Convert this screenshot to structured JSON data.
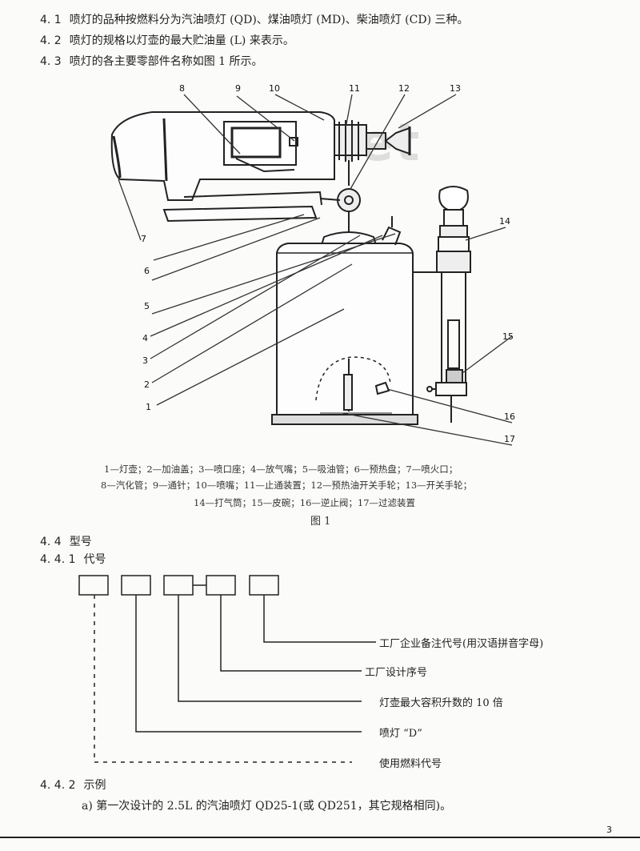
{
  "paragraphs": [
    {
      "num": "4. 1",
      "text": "喷灯的品种按燃料分为汽油喷灯 (QD)、煤油喷灯 (MD)、柴油喷灯 (CD) 三种。"
    },
    {
      "num": "4. 2",
      "text": "喷灯的规格以灯壶的最大贮油量 (L) 来表示。"
    },
    {
      "num": "4. 3",
      "text": "喷灯的各主要零部件名称如图 1 所示。"
    }
  ],
  "figure": {
    "watermark": "bzxz.net",
    "part_labels": [
      "1",
      "2",
      "3",
      "4",
      "5",
      "6",
      "7",
      "8",
      "9",
      "10",
      "11",
      "12",
      "13",
      "14",
      "15",
      "16",
      "17"
    ],
    "legend_lines": [
      "1—灯壶；2—加油盖；3—喷口座；4—放气嘴；5—吸油管；6—预热盘；7—喷火口；",
      "8—汽化管；9—通针；10—喷嘴；11—止通装置；12—预热油开关手轮；13—开关手轮；",
      "14—打气筒；15—皮碗；16—逆止阀；17—过滤装置"
    ],
    "caption": "图 1"
  },
  "section_44": {
    "num": "4. 4",
    "title": "型号"
  },
  "section_441": {
    "num": "4. 4. 1",
    "title": "代号"
  },
  "code_labels": [
    "工厂企业备注代号(用汉语拼音字母)",
    "工厂设计序号",
    "灯壶最大容积升数的 10 倍",
    "喷灯 “D”",
    "使用燃料代号"
  ],
  "section_442": {
    "num": "4. 4. 2",
    "title": "示例"
  },
  "example": "a) 第一次设计的 2.5L 的汽油喷灯   QD25-1(或 QD251，其它规格相同)。",
  "page_number": "3"
}
